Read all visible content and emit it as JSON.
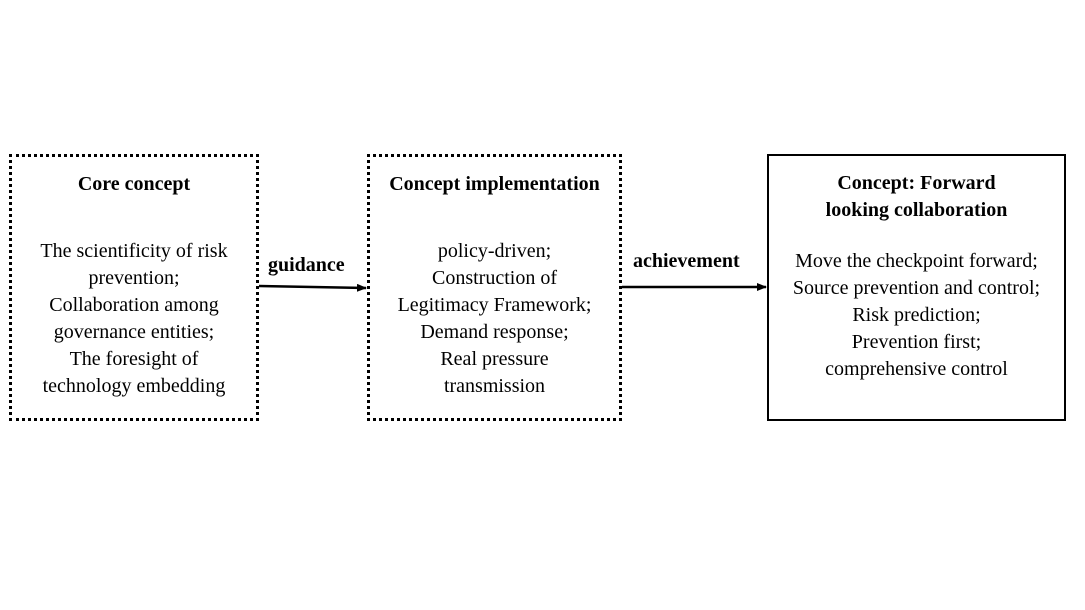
{
  "nodes": [
    {
      "id": "core-concept",
      "title": "Core concept",
      "lines": [
        "The scientificity of risk",
        "prevention;",
        "Collaboration among",
        "governance entities;",
        "The foresight of",
        "technology embedding"
      ],
      "border": "dotted"
    },
    {
      "id": "concept-implementation",
      "title": "Concept implementation",
      "lines": [
        "policy-driven;",
        "Construction of",
        "Legitimacy Framework;",
        "Demand response;",
        "Real pressure",
        "transmission"
      ],
      "border": "dotted"
    },
    {
      "id": "forward-looking-collaboration",
      "title": "Concept: Forward\nlooking collaboration",
      "lines": [
        "Move the checkpoint forward;",
        "Source prevention and control;",
        "Risk prediction;",
        "Prevention first;",
        "comprehensive control"
      ],
      "border": "solid"
    }
  ],
  "edges": [
    {
      "from": "core-concept",
      "to": "concept-implementation",
      "label": "guidance"
    },
    {
      "from": "concept-implementation",
      "to": "forward-looking-collaboration",
      "label": "achievement"
    }
  ]
}
